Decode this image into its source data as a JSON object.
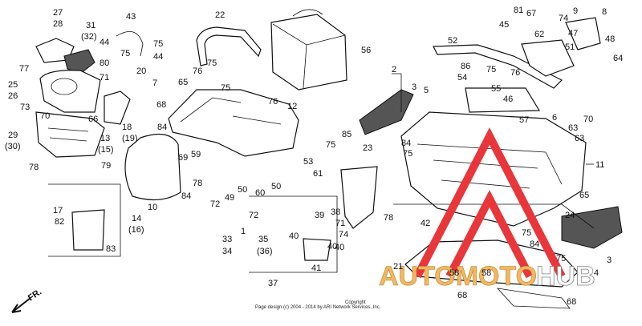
{
  "callouts": [
    "27",
    "28",
    "31",
    "(32)",
    "43",
    "22",
    "44",
    "75",
    "75",
    "44",
    "77",
    "80",
    "20",
    "76",
    "75",
    "7",
    "65",
    "76",
    "75",
    "25",
    "26",
    "71",
    "68",
    "73",
    "70",
    "66",
    "18",
    "(19)",
    "84",
    "29",
    "(30)",
    "13",
    "(15)",
    "79",
    "78",
    "10",
    "69",
    "59",
    "78",
    "84",
    "12",
    "56",
    "52",
    "81",
    "67",
    "9",
    "45",
    "62",
    "47",
    "74",
    "48",
    "51",
    "64",
    "2",
    "3",
    "5",
    "86",
    "75",
    "54",
    "55",
    "76",
    "46",
    "57",
    "6",
    "63",
    "70",
    "63",
    "85",
    "84",
    "75",
    "23",
    "75",
    "11",
    "53",
    "61",
    "60",
    "50",
    "49",
    "50",
    "72",
    "72",
    "17",
    "82",
    "14",
    "(16)",
    "83",
    "39",
    "38",
    "71",
    "74",
    "40",
    "40",
    "33",
    "34",
    "35",
    "(36)",
    "41",
    "40",
    "37",
    "78",
    "42",
    "65",
    "24",
    "75",
    "84",
    "75",
    "21",
    "58",
    "68",
    "58",
    "3",
    "4",
    "68",
    "1",
    "8"
  ],
  "watermark": {
    "word1": "AUTOMOTO",
    "word2": "HUB",
    "color1": "#f0b860",
    "color2": "#ffffff",
    "triangle_color": "#e8363a"
  },
  "arrow_label": "FR.",
  "copyright_line1": "Copyright",
  "copyright_line2": "Page design (c) 2004 - 2014 by ARI Network Services, Inc."
}
